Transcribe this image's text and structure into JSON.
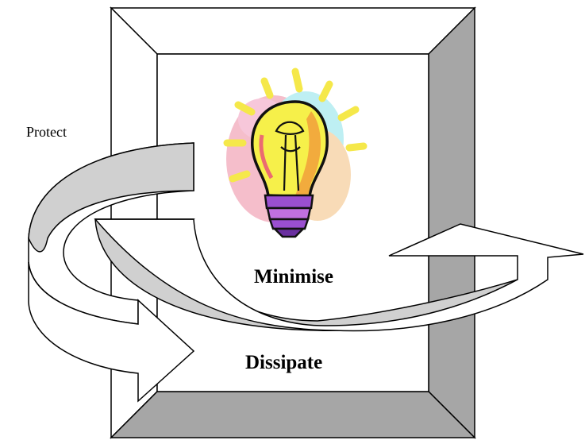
{
  "labels": {
    "protect": "Protect",
    "minimise": "Minimise",
    "dissipate": "Dissipate"
  },
  "icons": {
    "center": "lightbulb-icon"
  },
  "colors": {
    "frame_light": "#ffffff",
    "frame_dark": "#a6a6a6",
    "arrow_fill": "#d0d0d0",
    "arrow_white": "#ffffff",
    "outline": "#000000",
    "bulb_glass": "#f6f04a",
    "bulb_base": "#9a4fd0",
    "rays": "#f5e84a"
  }
}
